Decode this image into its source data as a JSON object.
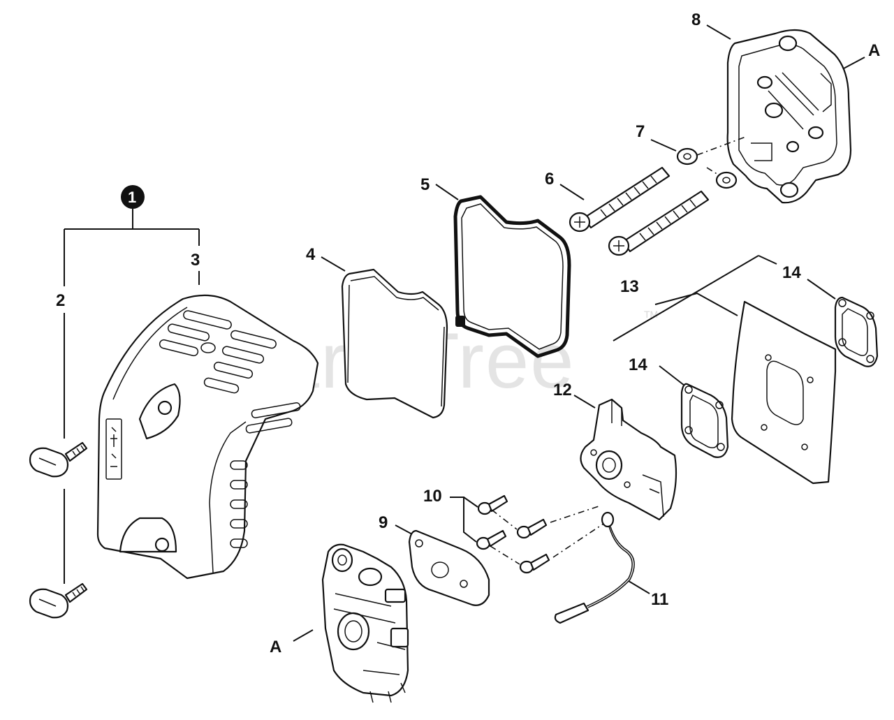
{
  "watermark": {
    "text": "PartsTree",
    "trademark": "TM"
  },
  "callouts": {
    "c1": "1",
    "c2": "2",
    "c3": "3",
    "c4": "4",
    "c5": "5",
    "c6": "6",
    "c7": "7",
    "c8": "8",
    "c9": "9",
    "c10": "10",
    "c11": "11",
    "c12": "12",
    "c13": "13",
    "c14a": "14",
    "c14b": "14",
    "a_top": "A",
    "a_bottom": "A"
  },
  "parts": [
    "cover-knob-bolt",
    "engine-cover",
    "air-filter",
    "filter-gasket",
    "cover-bolt",
    "washer",
    "air-cleaner-case",
    "carburetor",
    "insulator-gasket",
    "screw",
    "ground-wire",
    "intake-adapter",
    "heat-shield-plate",
    "adapter-gasket"
  ]
}
